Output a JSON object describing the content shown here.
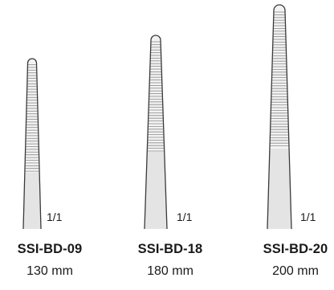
{
  "instruments": [
    {
      "code": "SSI-BD-09",
      "length": "130 mm",
      "ratio": "1/1"
    },
    {
      "code": "SSI-BD-18",
      "length": "180 mm",
      "ratio": "1/1"
    },
    {
      "code": "SSI-BD-20",
      "length": "200 mm",
      "ratio": "1/1"
    }
  ],
  "colors": {
    "outline": "#3a3a3a",
    "tip": "#f2f2f2",
    "shaft": "#e4e4e4",
    "line": "#8a8a8a"
  }
}
